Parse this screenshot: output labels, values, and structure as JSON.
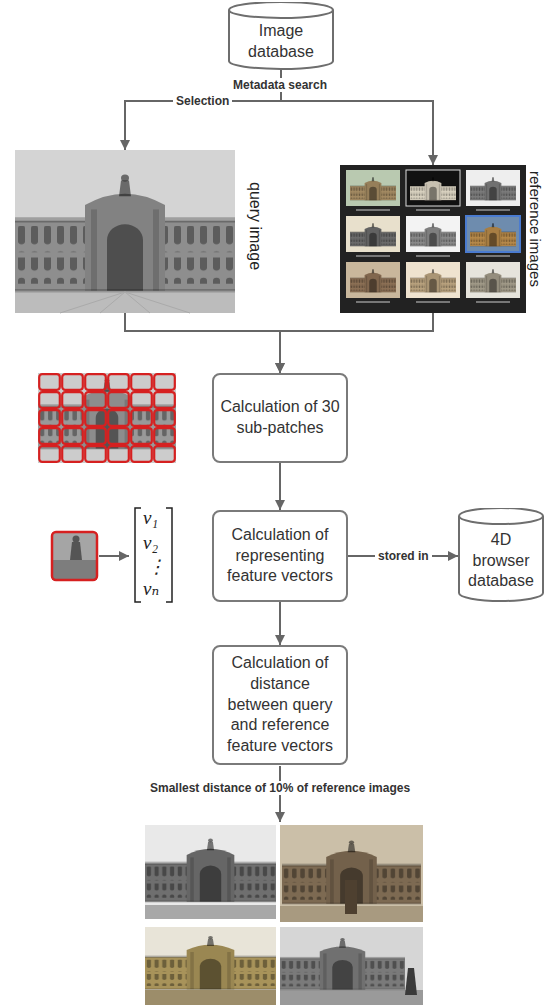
{
  "diagram": {
    "nodes": [
      {
        "text": [
          "Image database"
        ]
      },
      {
        "text": [
          "query image"
        ]
      },
      {
        "text": [
          "reference images"
        ]
      },
      {
        "text": [
          "Calculation of 30 sub-patches"
        ]
      },
      {
        "text": [
          "Calculation of representing feature vectors"
        ]
      },
      {
        "text": [
          "4D browser database"
        ]
      },
      {
        "text": [
          "Calculation of distance between query and reference feature vectors"
        ]
      }
    ],
    "edges": [
      {
        "from": 0,
        "to": 1,
        "arrow": "to",
        "label": "Selection"
      },
      {
        "from": 0,
        "to": 2,
        "arrow": "to"
      },
      {
        "from": 1,
        "to": 3,
        "arrow": "to"
      },
      {
        "from": 2,
        "to": 3,
        "arrow": "to"
      },
      {
        "from": 3,
        "to": 4,
        "arrow": "to"
      },
      {
        "from": 4,
        "to": 5,
        "arrow": "to",
        "label": "stored in"
      },
      {
        "from": 4,
        "to": 6,
        "arrow": "to"
      }
    ],
    "labels": [
      "Metadata search",
      "v₁",
      "v₂",
      "⋮",
      "vₙ",
      "Smallest distance of 10% of reference images"
    ]
  }
}
